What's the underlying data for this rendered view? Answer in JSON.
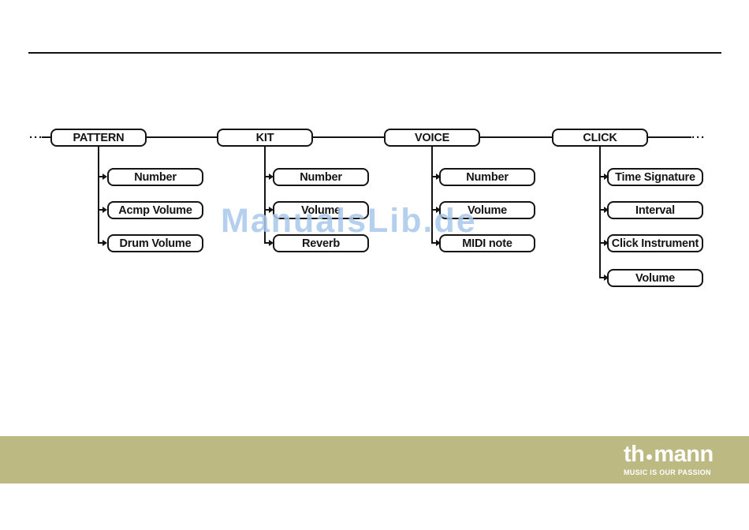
{
  "page": {
    "background": "#ffffff"
  },
  "diagram": {
    "left_ellipsis": "···",
    "right_ellipsis": "···",
    "line_color": "#141414",
    "columns": [
      {
        "label": "PATTERN",
        "children": [
          "Number",
          "Acmp Volume",
          "Drum Volume"
        ]
      },
      {
        "label": "KIT",
        "children": [
          "Number",
          "Volume",
          "Reverb"
        ]
      },
      {
        "label": "VOICE",
        "children": [
          "Number",
          "Volume",
          "MIDI note"
        ]
      },
      {
        "label": "CLICK",
        "children": [
          "Time Signature",
          "Interval",
          "Click Instrument",
          "Volume"
        ]
      }
    ]
  },
  "watermark": {
    "text": "ManualsLib.de",
    "color": "#a8c8ec"
  },
  "footer": {
    "band_color": "#bdb983",
    "brand_left": "th",
    "brand_right": "mann",
    "tagline": "MUSIC IS OUR PASSION",
    "text_color": "#ffffff"
  }
}
